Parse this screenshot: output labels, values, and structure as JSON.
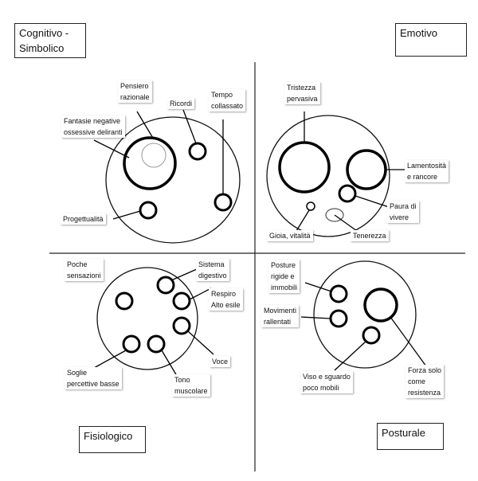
{
  "quadrants": {
    "cognitivo": "Cognitivo -\nSimbolico",
    "emotivo": "Emotivo",
    "fisiologico": "Fisiologico",
    "posturale": "Posturale"
  },
  "labels": {
    "pensiero_razionale": "Pensiero\nrazionale",
    "ricordi": "Ricordi",
    "tempo_collassato": "Tempo\ncollassato",
    "fantasie": "Fantasie negative\nossessive deliranti",
    "progettualita": "Progettualità",
    "tristezza": "Tristezza\npervasiva",
    "lamentosita": "Lamentosità\ne rancore",
    "paura": "Paura di\nvivere",
    "gioia": "Gioia, vitalità",
    "tenerezza": "Tenerezza",
    "poche_sensazioni": "Poche\nsensazioni",
    "sistema_digestivo": "Sistema\ndigestivo",
    "respiro": "Respiro\nAlto esile",
    "voce": "Voce",
    "soglie": "Soglie\npercettive basse",
    "tono": "Tono\nmuscolare",
    "posture": "Posture\nrigide e\nimmobili",
    "movimenti": "Movimenti\nrallentati",
    "viso": "Viso e sguardo\npoco mobili",
    "forza": "Forza solo\ncome\nresistenza"
  }
}
